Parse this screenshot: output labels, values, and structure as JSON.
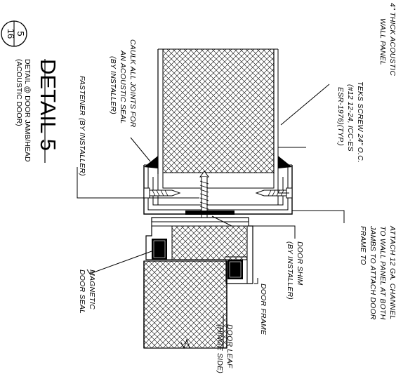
{
  "detail": {
    "number": "5",
    "sheet": "16",
    "title": "DETAIL 5",
    "subtitle_line1": "DETAIL @ DOOR JAMB/HEAD",
    "subtitle_line2": "(ACOUSTIC DOOR)"
  },
  "callouts": {
    "wall_panel": [
      "4\" THICK ACOUSTIC",
      "WALL PANEL"
    ],
    "teks_screw": [
      "TEKS SCREW 24\" O.C.",
      "(#12 12-24, ICC-ES",
      "ESR-1976)(TYP.)"
    ],
    "attach_channel": [
      "ATTACH 12 GA. CHANNEL",
      "TO WALL PANEL AT BOTH",
      "JAMBS TO ATTACH DOOR",
      "FRAME TO"
    ],
    "caulk": [
      "CAULK ALL JOINTS FOR",
      "AN ACOUSTIC SEAL",
      "(BY INSTALLER)"
    ],
    "fastener": [
      "FASTENER (BY INSTALLER)"
    ],
    "door_shim": [
      "DOOR SHIM",
      "(BY INSTALLER)"
    ],
    "door_frame": [
      "DOOR FRAME"
    ],
    "magnetic_seal": [
      "MAGNETIC",
      "DOOR SEAL"
    ],
    "door_leaf": [
      "DOOR LEAF",
      "(HINGE SIDE)"
    ]
  },
  "colors": {
    "ink": "#000000",
    "paper": "#ffffff"
  }
}
